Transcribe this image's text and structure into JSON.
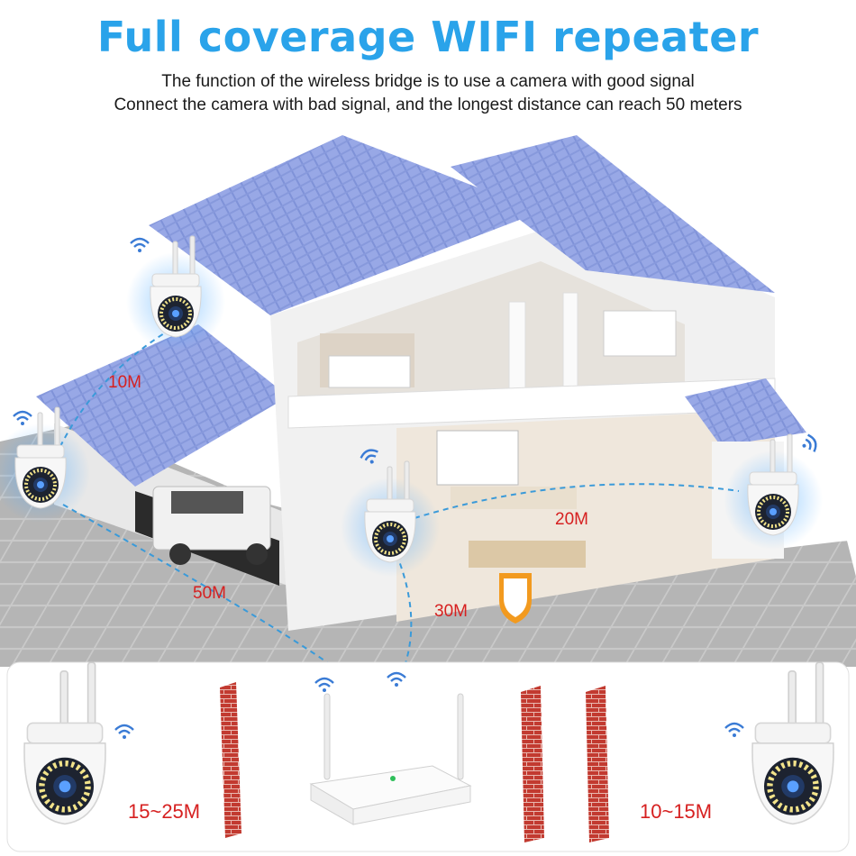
{
  "header": {
    "title": "Full coverage WIFI repeater",
    "subtitle_line1": "The function of the wireless bridge is to use a camera with good signal",
    "subtitle_line2": "Connect the camera with bad signal, and the longest distance can reach 50 meters"
  },
  "house_distances": {
    "d1": "10M",
    "d2": "50M",
    "d3": "30M",
    "d4": "20M"
  },
  "bridge_distances": {
    "left": "15~25M",
    "right": "10~15M"
  },
  "colors": {
    "title": "#2aa3ea",
    "distance_label": "#d62020",
    "roof": "#8e9fe0",
    "brick": "#b8322a",
    "signal_line": "#3a9ad9"
  },
  "icons": [
    "wifi-signal-icon",
    "camera-icon",
    "router-icon",
    "brick-wall-icon",
    "shield-badge-icon"
  ]
}
